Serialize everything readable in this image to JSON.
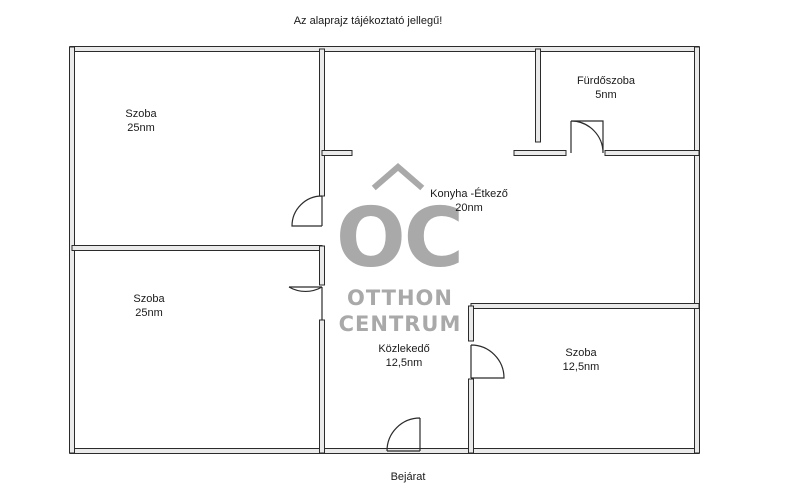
{
  "disclaimer": "Az alaprajz tájékoztató jellegű!",
  "entrance_label": "Bejárat",
  "rooms": [
    {
      "name": "Szoba",
      "area": "25nm"
    },
    {
      "name": "Szoba",
      "area": "25nm"
    },
    {
      "name": "Fürdőszoba",
      "area": "5nm"
    },
    {
      "name": "Konyha -Étkező",
      "area": "20nm"
    },
    {
      "name": "Közlekedő",
      "area": "12,5nm"
    },
    {
      "name": "Szoba",
      "area": "12,5nm"
    }
  ],
  "watermark": {
    "logo_letters": "OC",
    "line1": "OTTHON",
    "line2": "CENTRUM",
    "color": "#a9a9a9"
  },
  "colors": {
    "wall_outline": "#2b2b2b",
    "wall_fill": "#eaeaea",
    "text": "#1a1a1a"
  }
}
